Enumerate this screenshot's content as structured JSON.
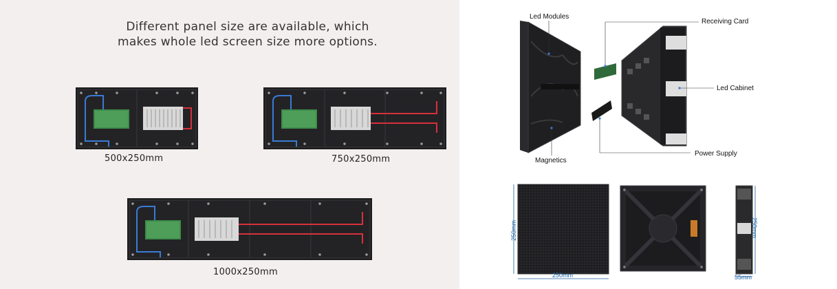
{
  "left": {
    "headline_line1": "Different panel size are available, which",
    "headline_line2": "makes whole led screen size more options.",
    "panels": [
      {
        "caption": "500x250mm"
      },
      {
        "caption": "750x250mm"
      },
      {
        "caption": "1000x250mm"
      }
    ]
  },
  "right": {
    "callouts": {
      "led_modules": "Led Modules",
      "receiving_card": "Receiving Card",
      "led_cabinet": "Led Cabinet",
      "magnetics": "Magnetics",
      "power_supply": "Power Supply"
    },
    "dimensions": {
      "front_height": "250mm",
      "front_width": "250mm",
      "side_height": "250mm",
      "side_depth": "55mm"
    }
  },
  "colors": {
    "left_bg": "#f3efee",
    "cabinet_dark": "#1c1c1e",
    "cable_blue": "#3a7bd5",
    "cable_red": "#d8303a",
    "board_green": "#3d8c4a",
    "dimension_blue": "#1a5fa0"
  }
}
